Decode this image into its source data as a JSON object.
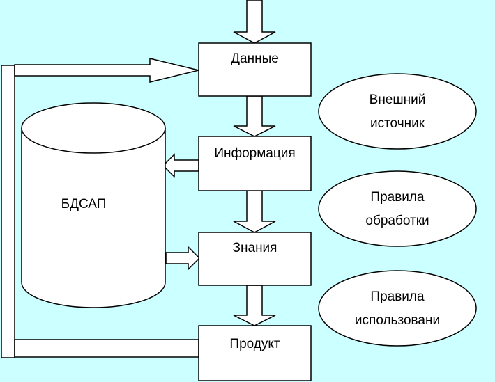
{
  "diagram": {
    "nodes": {
      "data": "Данные",
      "information": "Информация",
      "knowledge": "Знания",
      "product": "Продукт",
      "database": "БДСАП"
    },
    "sources": [
      {
        "line1": "Внешний",
        "line2": "источник"
      },
      {
        "line1": "Правила",
        "line2": "обработки"
      },
      {
        "line1": "Правила",
        "line2": "использовани"
      }
    ],
    "colors": {
      "background": "#ccffff",
      "fill": "#ffffff",
      "stroke": "#000000"
    }
  }
}
